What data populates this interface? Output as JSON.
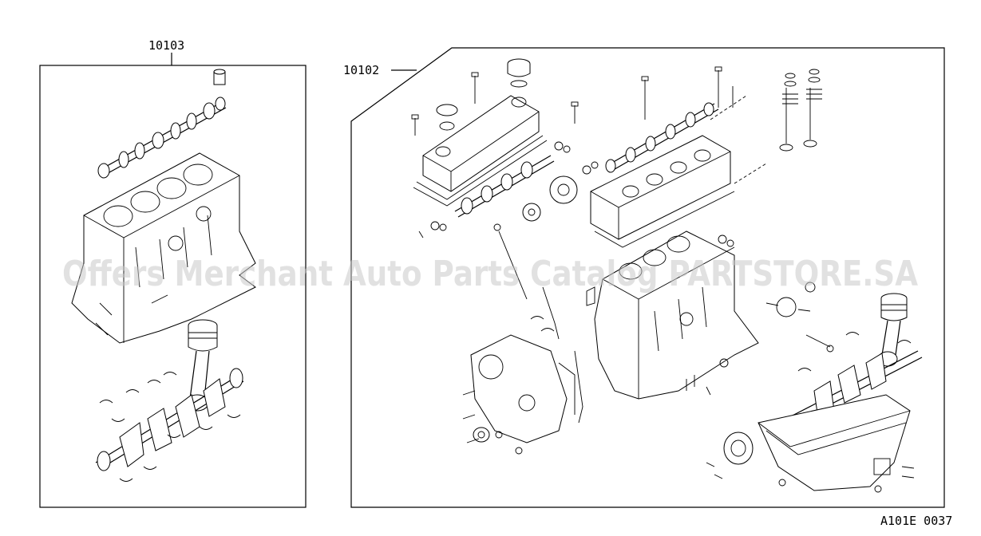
{
  "labels": {
    "short_block": "10103",
    "full_engine": "10102",
    "figure_code": "A101E 0037"
  },
  "watermark": "Offers Merchant Auto Parts Catalog PARTSTORE.SA",
  "colors": {
    "line": "#000000",
    "watermark": "#c9c9c9",
    "background": "#ffffff"
  },
  "icons": [
    "camshaft-icon",
    "cylinder-block-icon",
    "piston-icon",
    "crankshaft-icon",
    "rocker-cover-icon",
    "cylinder-head-icon",
    "timing-cover-icon",
    "oil-pan-icon",
    "pulley-icon",
    "valve-icon",
    "bolt-icon"
  ]
}
